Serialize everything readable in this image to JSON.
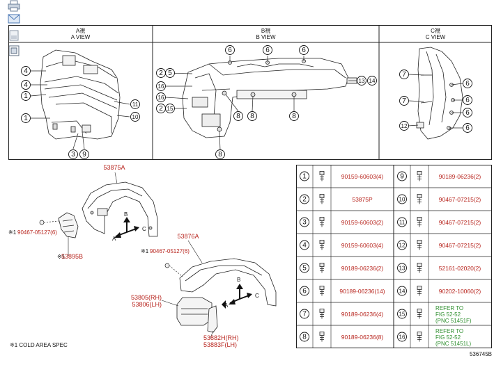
{
  "toolbar": {
    "icons": [
      "printer-icon",
      "mail-icon",
      "document-icon",
      "fit-screen-icon"
    ]
  },
  "views": [
    {
      "jp": "A視",
      "en": "A VIEW"
    },
    {
      "jp": "B視",
      "en": "B VIEW"
    },
    {
      "jp": "C視",
      "en": "C VIEW"
    }
  ],
  "callouts": {
    "a_view": [
      "4",
      "4",
      "1",
      "1",
      "3",
      "9",
      "11",
      "10"
    ],
    "b_view": [
      "6",
      "6",
      "6",
      "2",
      "5",
      "16",
      "16",
      "2",
      "15",
      "8",
      "8",
      "8",
      "8",
      "13",
      "14"
    ],
    "c_view": [
      "7",
      "7",
      "12",
      "6",
      "6",
      "6",
      "6"
    ]
  },
  "parts": {
    "p53875a": "53875A",
    "p53876a": "53876A",
    "p53895b": "53895B",
    "p53805": "53805(RH)",
    "p53806": "53806(LH)",
    "p53882h": "53882H(RH)",
    "p53883f": "53883F(LH)",
    "clip_a_mark": "※1",
    "clip_a": "90467-05127(6)",
    "clip_b_mark": "※1",
    "clip_b": "90467-05127(6)",
    "p53895b_mark": "※1"
  },
  "directions": {
    "a": "A",
    "b": "B",
    "c": "C"
  },
  "footnote": "※1 COLD AREA SPEC",
  "figure_id": "536745B",
  "table": {
    "rows": [
      {
        "l_no": "1",
        "l_part": "90159-60603(4)",
        "r_no": "9",
        "r_part": "90189-06236(2)"
      },
      {
        "l_no": "2",
        "l_part": "53875P",
        "r_no": "10",
        "r_part": "90467-07215(2)"
      },
      {
        "l_no": "3",
        "l_part": "90159-60603(2)",
        "r_no": "11",
        "r_part": "90467-07215(2)"
      },
      {
        "l_no": "4",
        "l_part": "90159-60603(4)",
        "r_no": "12",
        "r_part": "90467-07215(2)"
      },
      {
        "l_no": "5",
        "l_part": "90189-06236(2)",
        "r_no": "13",
        "r_part": "52161-02020(2)"
      },
      {
        "l_no": "6",
        "l_part": "90189-06236(14)",
        "r_no": "14",
        "r_part": "90202-10060(2)"
      },
      {
        "l_no": "7",
        "l_part": "90189-06236(4)",
        "r_no": "15",
        "r_lines": [
          "REFER TO",
          "FIG 52-52",
          "(PNC 51451F)"
        ]
      },
      {
        "l_no": "8",
        "l_part": "90189-06236(8)",
        "r_no": "16",
        "r_lines": [
          "REFER TO",
          "FIG 52-52",
          "(PNC 51451L)"
        ]
      }
    ]
  }
}
